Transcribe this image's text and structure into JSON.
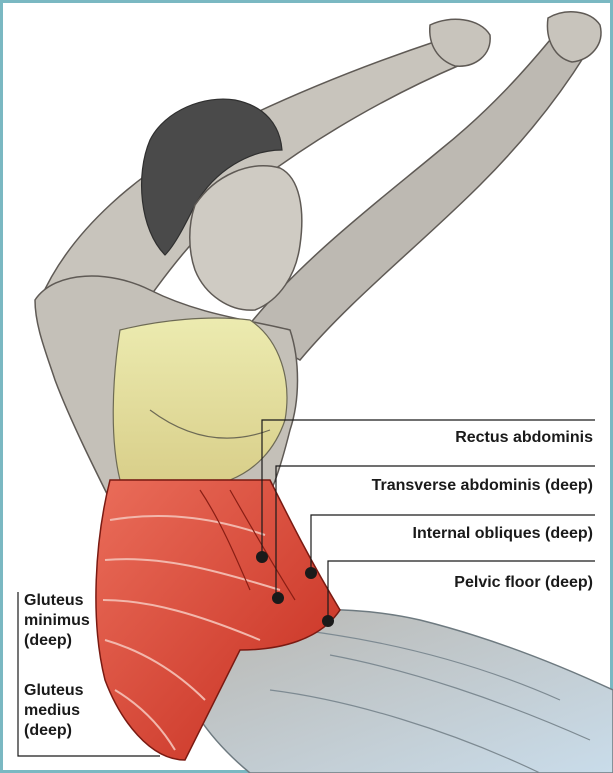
{
  "labels": {
    "rectus_abdominis": "Rectus abdominis",
    "transverse_abdominis": "Transverse abdominis (deep)",
    "internal_obliques": "Internal obliques (deep)",
    "pelvic_floor": "Pelvic floor (deep)",
    "gluteus_minimus_1": "Gluteus",
    "gluteus_minimus_2": "minimus",
    "gluteus_minimus_3": "(deep)",
    "gluteus_medius_1": "Gluteus",
    "gluteus_medius_2": "medius",
    "gluteus_medius_3": "(deep)"
  },
  "colors": {
    "frame": "#7ab8c2",
    "skin": "#c8c4bc",
    "skin_dark": "#8f8a84",
    "hair": "#4a4a4a",
    "top_garment": "#e9e49c",
    "muscle_red": "#d63a2a",
    "muscle_light": "#ee8a7a",
    "leg_blue": "#c7d9e6",
    "leader_line": "#1a1a1a"
  }
}
